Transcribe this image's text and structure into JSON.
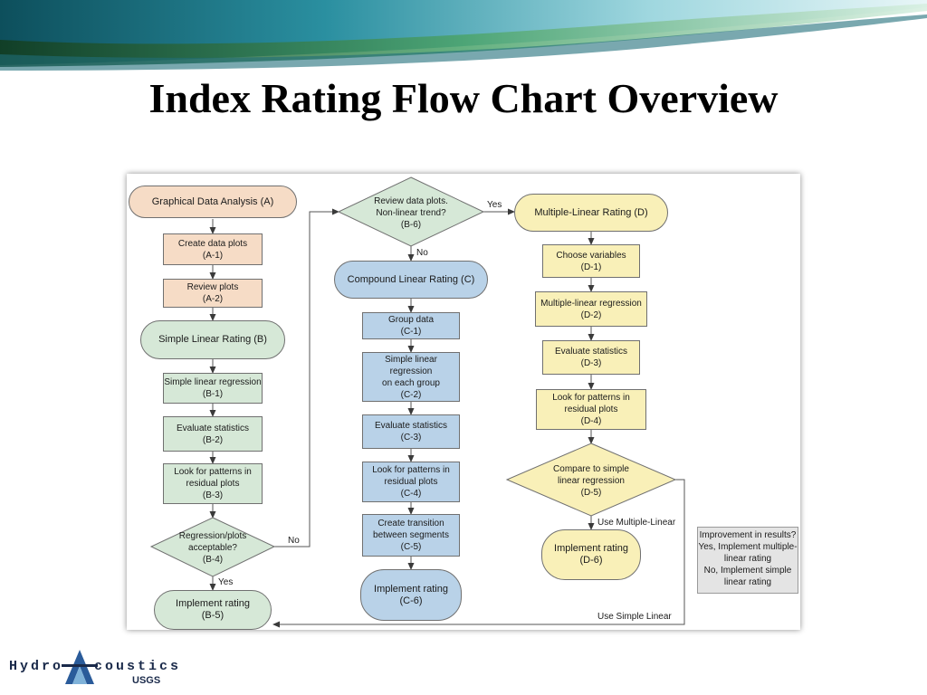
{
  "slide": {
    "title": "Index Rating Flow Chart Overview",
    "colors": {
      "peach": "#f6dcc6",
      "green": "#d6e8d7",
      "blue": "#b9d2e8",
      "yellow": "#f9f0b8",
      "note": "#e4e4e4"
    }
  },
  "flow": {
    "A": {
      "lines": [
        "Graphical Data Analysis (A)"
      ]
    },
    "A1": {
      "lines": [
        "Create data plots",
        "(A-1)"
      ]
    },
    "A2": {
      "lines": [
        "Review plots",
        "(A-2)"
      ]
    },
    "B": {
      "lines": [
        "Simple Linear Rating (B)"
      ]
    },
    "B1": {
      "lines": [
        "Simple linear regression",
        "(B-1)"
      ]
    },
    "B2": {
      "lines": [
        "Evaluate statistics",
        "(B-2)"
      ]
    },
    "B3": {
      "lines": [
        "Look for patterns in",
        "residual plots",
        "(B-3)"
      ]
    },
    "B4": {
      "lines": [
        "Regression/plots",
        "acceptable?",
        "(B-4)"
      ]
    },
    "B5": {
      "lines": [
        "Implement rating",
        "(B-5)"
      ]
    },
    "B6": {
      "lines": [
        "Review data plots.",
        "Non-linear trend?",
        "(B-6)"
      ]
    },
    "C": {
      "lines": [
        "Compound Linear Rating (C)"
      ]
    },
    "C1": {
      "lines": [
        "Group data",
        "(C-1)"
      ]
    },
    "C2": {
      "lines": [
        "Simple linear regression",
        "on each group",
        "(C-2)"
      ]
    },
    "C3": {
      "lines": [
        "Evaluate statistics",
        "(C-3)"
      ]
    },
    "C4": {
      "lines": [
        "Look for patterns in",
        "residual plots",
        "(C-4)"
      ]
    },
    "C5": {
      "lines": [
        "Create transition",
        "between segments",
        "(C-5)"
      ]
    },
    "C6": {
      "lines": [
        "Implement rating",
        "(C-6)"
      ]
    },
    "D": {
      "lines": [
        "Multiple-Linear Rating (D)"
      ]
    },
    "D1": {
      "lines": [
        "Choose variables",
        "(D-1)"
      ]
    },
    "D2": {
      "lines": [
        "Multiple-linear regression",
        "(D-2)"
      ]
    },
    "D3": {
      "lines": [
        "Evaluate statistics",
        "(D-3)"
      ]
    },
    "D4": {
      "lines": [
        "Look for patterns in",
        "residual plots",
        "(D-4)"
      ]
    },
    "D5": {
      "lines": [
        "Compare to simple",
        "linear regression",
        "(D-5)"
      ]
    },
    "D6": {
      "lines": [
        "Implement rating",
        "(D-6)"
      ]
    },
    "labels": {
      "yes_b6": "Yes",
      "no_b6": "No",
      "no_b4": "No",
      "yes_b4": "Yes",
      "use_multiple": "Use Multiple-Linear",
      "use_simple": "Use Simple Linear"
    },
    "note": [
      "Improvement in results?",
      "Yes, Implement multiple-",
      "linear rating",
      "No, Implement simple",
      "linear rating"
    ]
  },
  "logo": {
    "text_left": "Hydro",
    "text_right": "coustics",
    "agency": "USGS"
  }
}
